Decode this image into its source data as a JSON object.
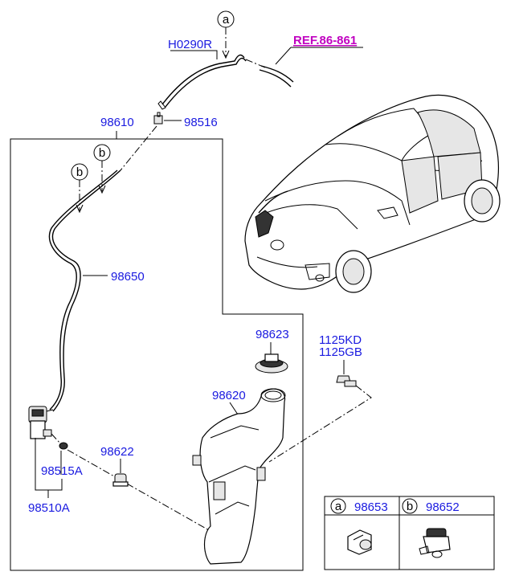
{
  "callouts": {
    "a": "a",
    "b": "b"
  },
  "labels": {
    "h0290r": "H0290R",
    "ref": "REF.86-861",
    "p98610": "98610",
    "p98516": "98516",
    "p98650": "98650",
    "p98623": "98623",
    "p1125kd": "1125KD",
    "p1125gb": "1125GB",
    "p98620": "98620",
    "p98622": "98622",
    "p98515a": "98515A",
    "p98510a": "98510A"
  },
  "legend": {
    "a_letter": "a",
    "a_part": "98653",
    "b_letter": "b",
    "b_part": "98652"
  },
  "colors": {
    "part_label": "#1a1ae0",
    "ref_label": "#c000c0"
  }
}
